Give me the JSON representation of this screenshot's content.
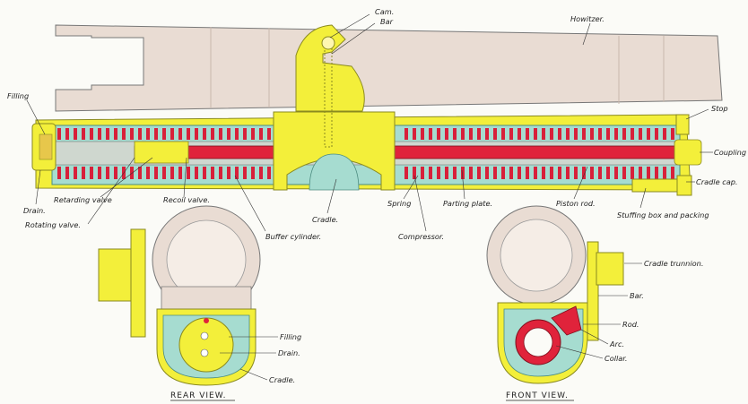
{
  "labels": {
    "cam": "Cam.",
    "bar_top": "Bar",
    "howitzer": "Howitzer.",
    "filling_top": "Filling",
    "stop": "Stop",
    "coupling": "Coupling",
    "cradle_cap": "Cradle cap.",
    "drain_top": "Drain.",
    "retarding_valve": "Retarding valve",
    "recoil_valve": "Recoil valve.",
    "rotating_valve": "Rotating valve.",
    "cradle_mid": "Cradle.",
    "buffer_cylinder": "Buffer cylinder.",
    "spring": "Spring",
    "parting_plate": "Parting plate.",
    "compressor": "Compressor.",
    "piston_rod": "Piston rod.",
    "stuffing_box": "Stuffing box and packing",
    "cradle_trunnion": "Cradle trunnion.",
    "bar_front": "Bar.",
    "rod": "Rod.",
    "arc": "Arc.",
    "collar": "Collar.",
    "filling_rear": "Filling",
    "drain_rear": "Drain.",
    "cradle_rear": "Cradle."
  },
  "captions": {
    "rear_view": "REAR  VIEW.",
    "front_view": "FRONT  VIEW."
  },
  "colors": {
    "howitzer": "#e9dcd3",
    "cradle": "#f3ef3a",
    "buffer_fluid": "#a6dcd0",
    "recoil_rod": "#e0233b",
    "spring": "#d8203a",
    "outline": "#555555"
  }
}
